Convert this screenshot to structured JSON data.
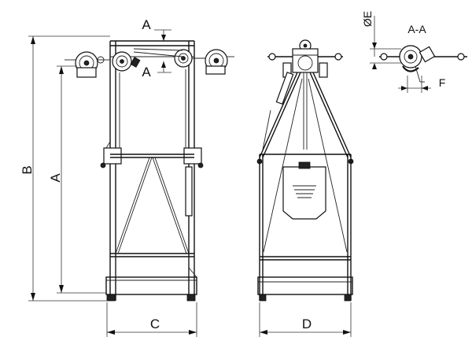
{
  "labels": {
    "dim_a": "A",
    "dim_b": "B",
    "dim_c": "C",
    "dim_d": "D",
    "dim_e": "ØE",
    "dim_f": "F",
    "section_marker_top": "A",
    "section_marker_bottom": "A",
    "section_title": "A-A"
  }
}
